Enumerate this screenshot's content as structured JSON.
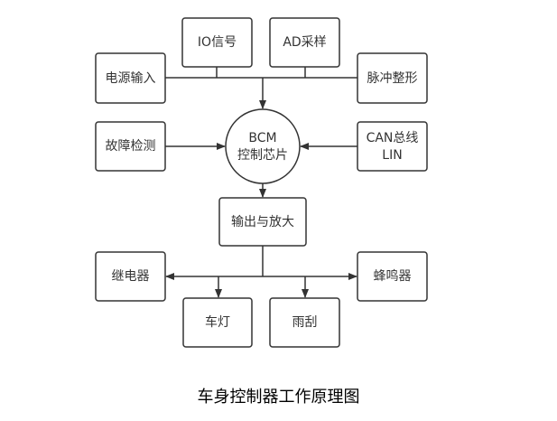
{
  "diagram": {
    "caption": "车身控制器工作原理图",
    "colors": {
      "stroke": "#333333",
      "text": "#333333",
      "background": "#ffffff"
    },
    "center": {
      "id": "bcm",
      "lines": [
        "BCM",
        "控制芯片"
      ]
    },
    "inputs_top": [
      {
        "id": "io",
        "label": "IO信号"
      },
      {
        "id": "ad",
        "label": "AD采样"
      }
    ],
    "inputs_side": [
      {
        "id": "power",
        "label": "电源输入"
      },
      {
        "id": "pulse",
        "label": "脉冲整形"
      }
    ],
    "inputs_middle": [
      {
        "id": "fault",
        "label": "故障检测"
      },
      {
        "id": "can",
        "lines": [
          "CAN总线",
          "LIN"
        ]
      }
    ],
    "output_stage": {
      "id": "out",
      "label": "输出与放大"
    },
    "outputs": [
      {
        "id": "relay",
        "label": "继电器"
      },
      {
        "id": "buzzer",
        "label": "蜂鸣器"
      },
      {
        "id": "lamp",
        "label": "车灯"
      },
      {
        "id": "wiper",
        "label": "雨刮"
      }
    ]
  }
}
